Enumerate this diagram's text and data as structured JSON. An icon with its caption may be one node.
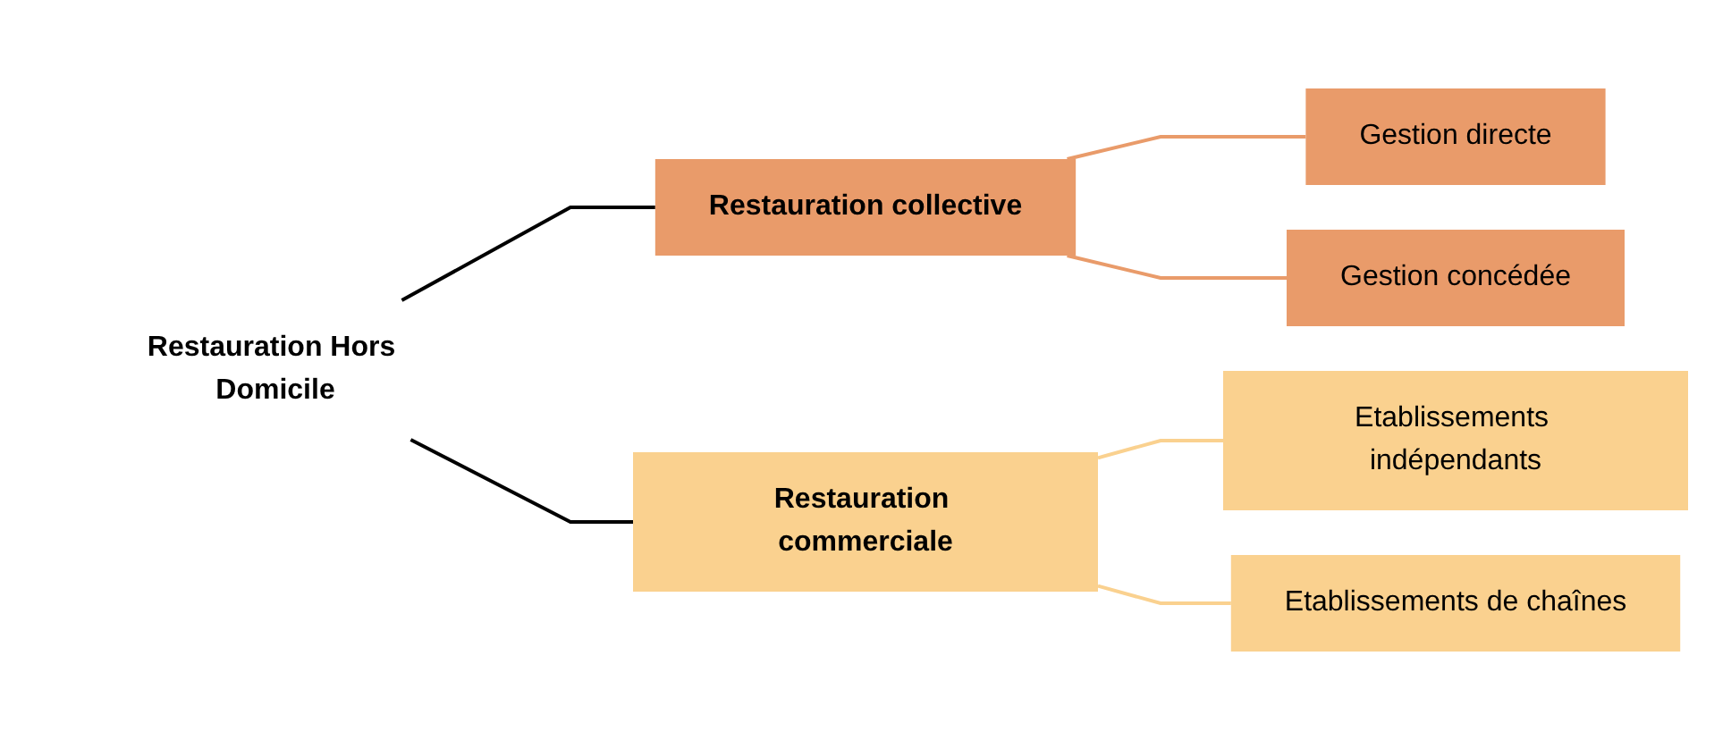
{
  "diagram": {
    "nodes": [
      {
        "text": [
          "Restauration Hors Domicile"
        ]
      },
      {
        "text": [
          "Restauration collective"
        ]
      },
      {
        "text": [
          "Restauration commerciale"
        ]
      },
      {
        "text": [
          "Gestion directe"
        ]
      },
      {
        "text": [
          "Gestion concédée"
        ]
      },
      {
        "text": [
          "Etablissements indépendants"
        ]
      },
      {
        "text": [
          "Etablissements de chaînes"
        ]
      }
    ],
    "edges": [
      {
        "from": 0,
        "to": 1,
        "arrow": "none"
      },
      {
        "from": 0,
        "to": 2,
        "arrow": "none"
      },
      {
        "from": 1,
        "to": 3,
        "arrow": "none",
        "color": "#e99b6a"
      },
      {
        "from": 1,
        "to": 4,
        "arrow": "none",
        "color": "#e99b6a"
      },
      {
        "from": 2,
        "to": 5,
        "arrow": "none",
        "color": "#fad18f"
      },
      {
        "from": 2,
        "to": 6,
        "arrow": "none",
        "color": "#fad18f"
      }
    ]
  }
}
